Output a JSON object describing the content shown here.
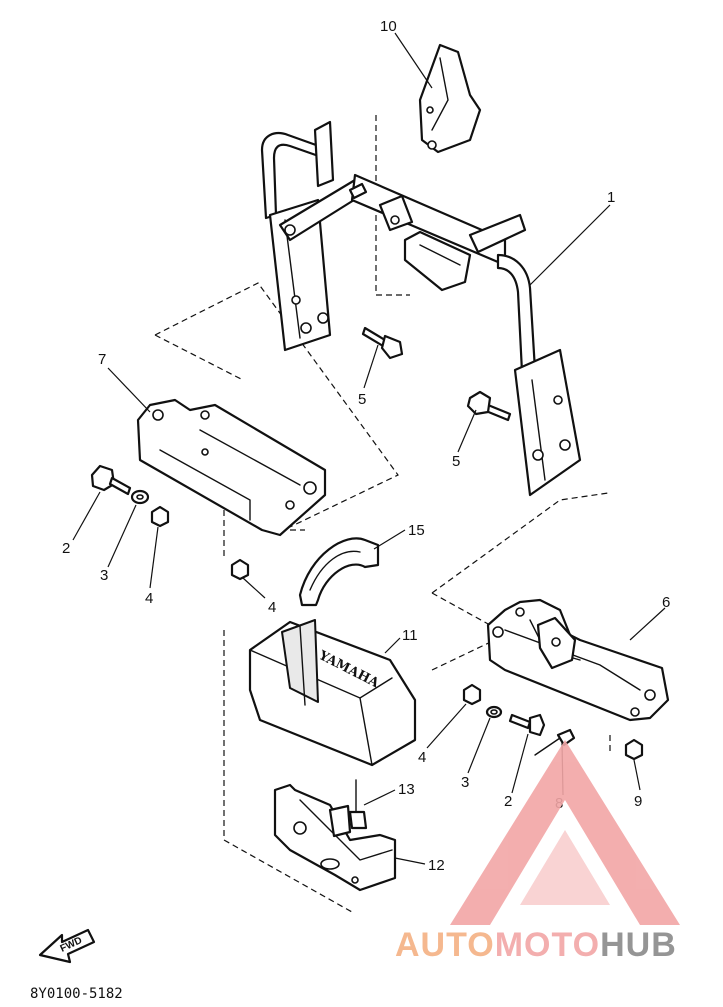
{
  "callouts": {
    "c1": "1",
    "c2a": "2",
    "c2b": "2",
    "c3a": "3",
    "c3b": "3",
    "c4a": "4",
    "c4b": "4",
    "c4c": "4",
    "c5a": "5",
    "c5b": "5",
    "c6": "6",
    "c7": "7",
    "c8": "8",
    "c9": "9",
    "c10": "10",
    "c11": "11",
    "c12": "12",
    "c13": "13",
    "c15": "15"
  },
  "battery_brand": "YAMAHA",
  "direction_label": "FWD",
  "diagram_code": "8Y0100-5182",
  "watermark": {
    "part1": "AUTO",
    "part2": "MOTO",
    "part3": "HUB",
    "color_triangle": "#f2a6a6",
    "color_auto": "#f4b183",
    "color_moto": "#f2a6a6",
    "color_hub": "#8a8a8a"
  }
}
